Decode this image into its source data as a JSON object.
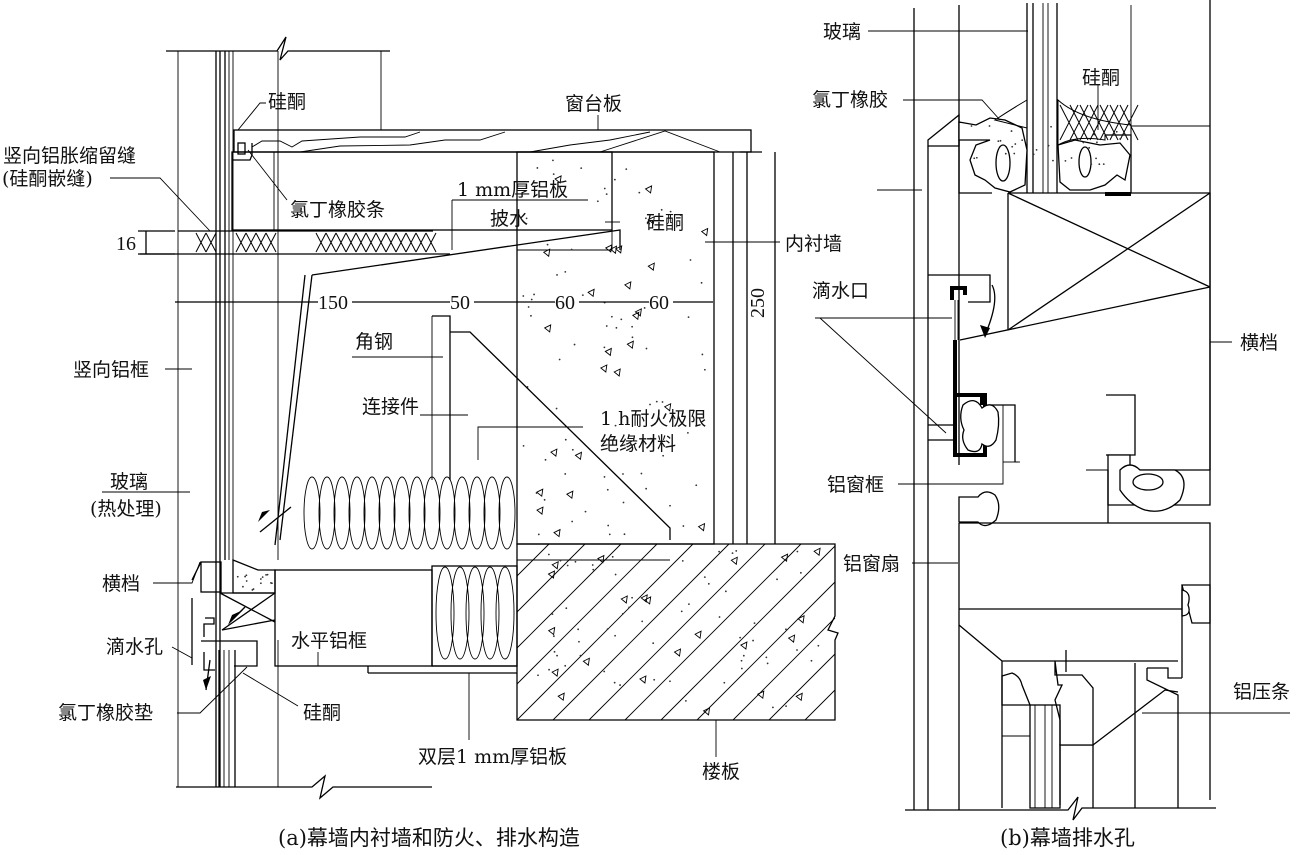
{
  "figure_a": {
    "caption": "(a)幕墙内衬墙和防火、排水构造",
    "labels": {
      "silicone_top": "硅酮",
      "window_sill": "窗台板",
      "expansion_joint_line1": "竖向铝胀缩留缝",
      "expansion_joint_line2": "(硅酮嵌缝)",
      "neoprene_strip": "氯丁橡胶条",
      "al_flashing_line1": "1 mm厚铝板",
      "al_flashing_line2": "披水",
      "silicone_mid": "硅酮",
      "inner_lining_wall": "内衬墙",
      "vertical_al_frame": "竖向铝框",
      "angle_steel": "角钢",
      "connector": "连接件",
      "fire_insulation_line1": "1 h耐火极限",
      "fire_insulation_line2": "绝缘材料",
      "glass_line1": "玻璃",
      "glass_line2": "(热处理)",
      "transom": "横档",
      "weep_hole": "滴水孔",
      "horizontal_al_frame": "水平铝框",
      "neoprene_pad": "氯丁橡胶垫",
      "silicone_bottom": "硅酮",
      "double_al_plate": "双层1 mm厚铝板",
      "floor_slab": "楼板"
    },
    "dimensions": {
      "gap": "16",
      "d1": "150",
      "d2": "50",
      "d3": "60",
      "d4": "60",
      "height": "250"
    }
  },
  "figure_b": {
    "caption": "(b)幕墙排水孔",
    "labels": {
      "glass": "玻璃",
      "neoprene": "氯丁橡胶",
      "silicone": "硅酮",
      "drip_outlet": "滴水口",
      "transom": "横档",
      "al_window_frame": "铝窗框",
      "al_window_sash": "铝窗扇",
      "al_pressure_strip": "铝压条"
    }
  }
}
